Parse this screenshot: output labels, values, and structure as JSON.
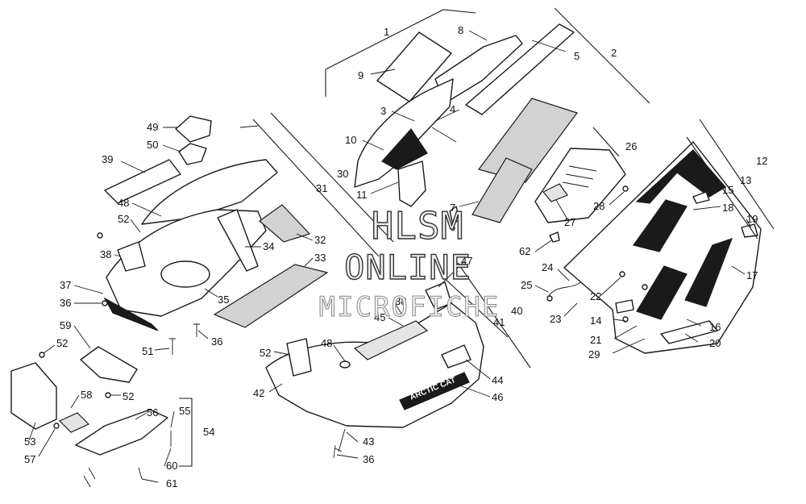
{
  "watermark": {
    "line1": "HLSM",
    "line2": "ONLINE",
    "line3": "MICROFICHE"
  },
  "decal_brand": "ARCTIC CAT",
  "colors": {
    "ink": "#1a1a1a",
    "background": "#ffffff",
    "dotted_fill": "#d2d2d2"
  },
  "callouts": {
    "c1": "1",
    "c2": "2",
    "c3": "3",
    "c4": "4",
    "c5": "5",
    "c6": "6",
    "c7": "7",
    "c8": "8",
    "c9": "9",
    "c10": "10",
    "c11": "11",
    "c12": "12",
    "c13": "13",
    "c14": "14",
    "c15": "15",
    "c16": "16",
    "c17": "17",
    "c18": "18",
    "c19": "19",
    "c20": "20",
    "c21": "21",
    "c22": "22",
    "c23": "23",
    "c24": "24",
    "c25": "25",
    "c26": "26",
    "c27": "27",
    "c28": "28",
    "c29": "29",
    "c30": "30",
    "c31": "31",
    "c32": "32",
    "c33": "33",
    "c34": "34",
    "c35": "35",
    "c36a": "36",
    "c36b": "36",
    "c36c": "36",
    "c37": "37",
    "c38a": "38",
    "c38b": "38",
    "c39": "39",
    "c40": "40",
    "c41": "41",
    "c42": "42",
    "c43": "43",
    "c44": "44",
    "c45": "45",
    "c46": "46",
    "c47": "47",
    "c48a": "48",
    "c48b": "48",
    "c49": "49",
    "c50": "50",
    "c51": "51",
    "c52a": "52",
    "c52b": "52",
    "c52c": "52",
    "c52d": "52",
    "c53": "53",
    "c54": "54",
    "c55": "55",
    "c56": "56",
    "c57": "57",
    "c58": "58",
    "c59": "59",
    "c60": "60",
    "c61": "61",
    "c62": "62"
  }
}
